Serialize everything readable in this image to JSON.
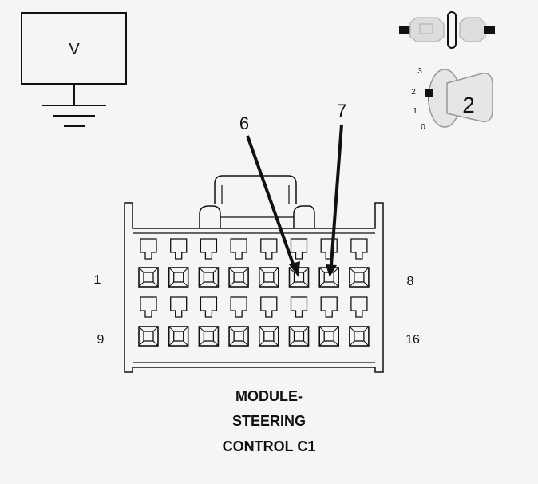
{
  "meter": {
    "label": "V"
  },
  "key_switch": {
    "positions": [
      "3",
      "2",
      "1",
      "0"
    ],
    "selected": "2"
  },
  "callouts": [
    {
      "label": "6",
      "pin": 6
    },
    {
      "label": "7",
      "pin": 7
    }
  ],
  "connector": {
    "row_labels": {
      "top_left": "1",
      "top_right": "8",
      "bottom_left": "9",
      "bottom_right": "16"
    },
    "pins_per_row": 8,
    "rows": 2
  },
  "caption": {
    "line1": "MODULE-",
    "line2": "STEERING",
    "line3": "CONTROL C1"
  },
  "colors": {
    "background": "#f5f5f5",
    "ink": "#111111"
  }
}
